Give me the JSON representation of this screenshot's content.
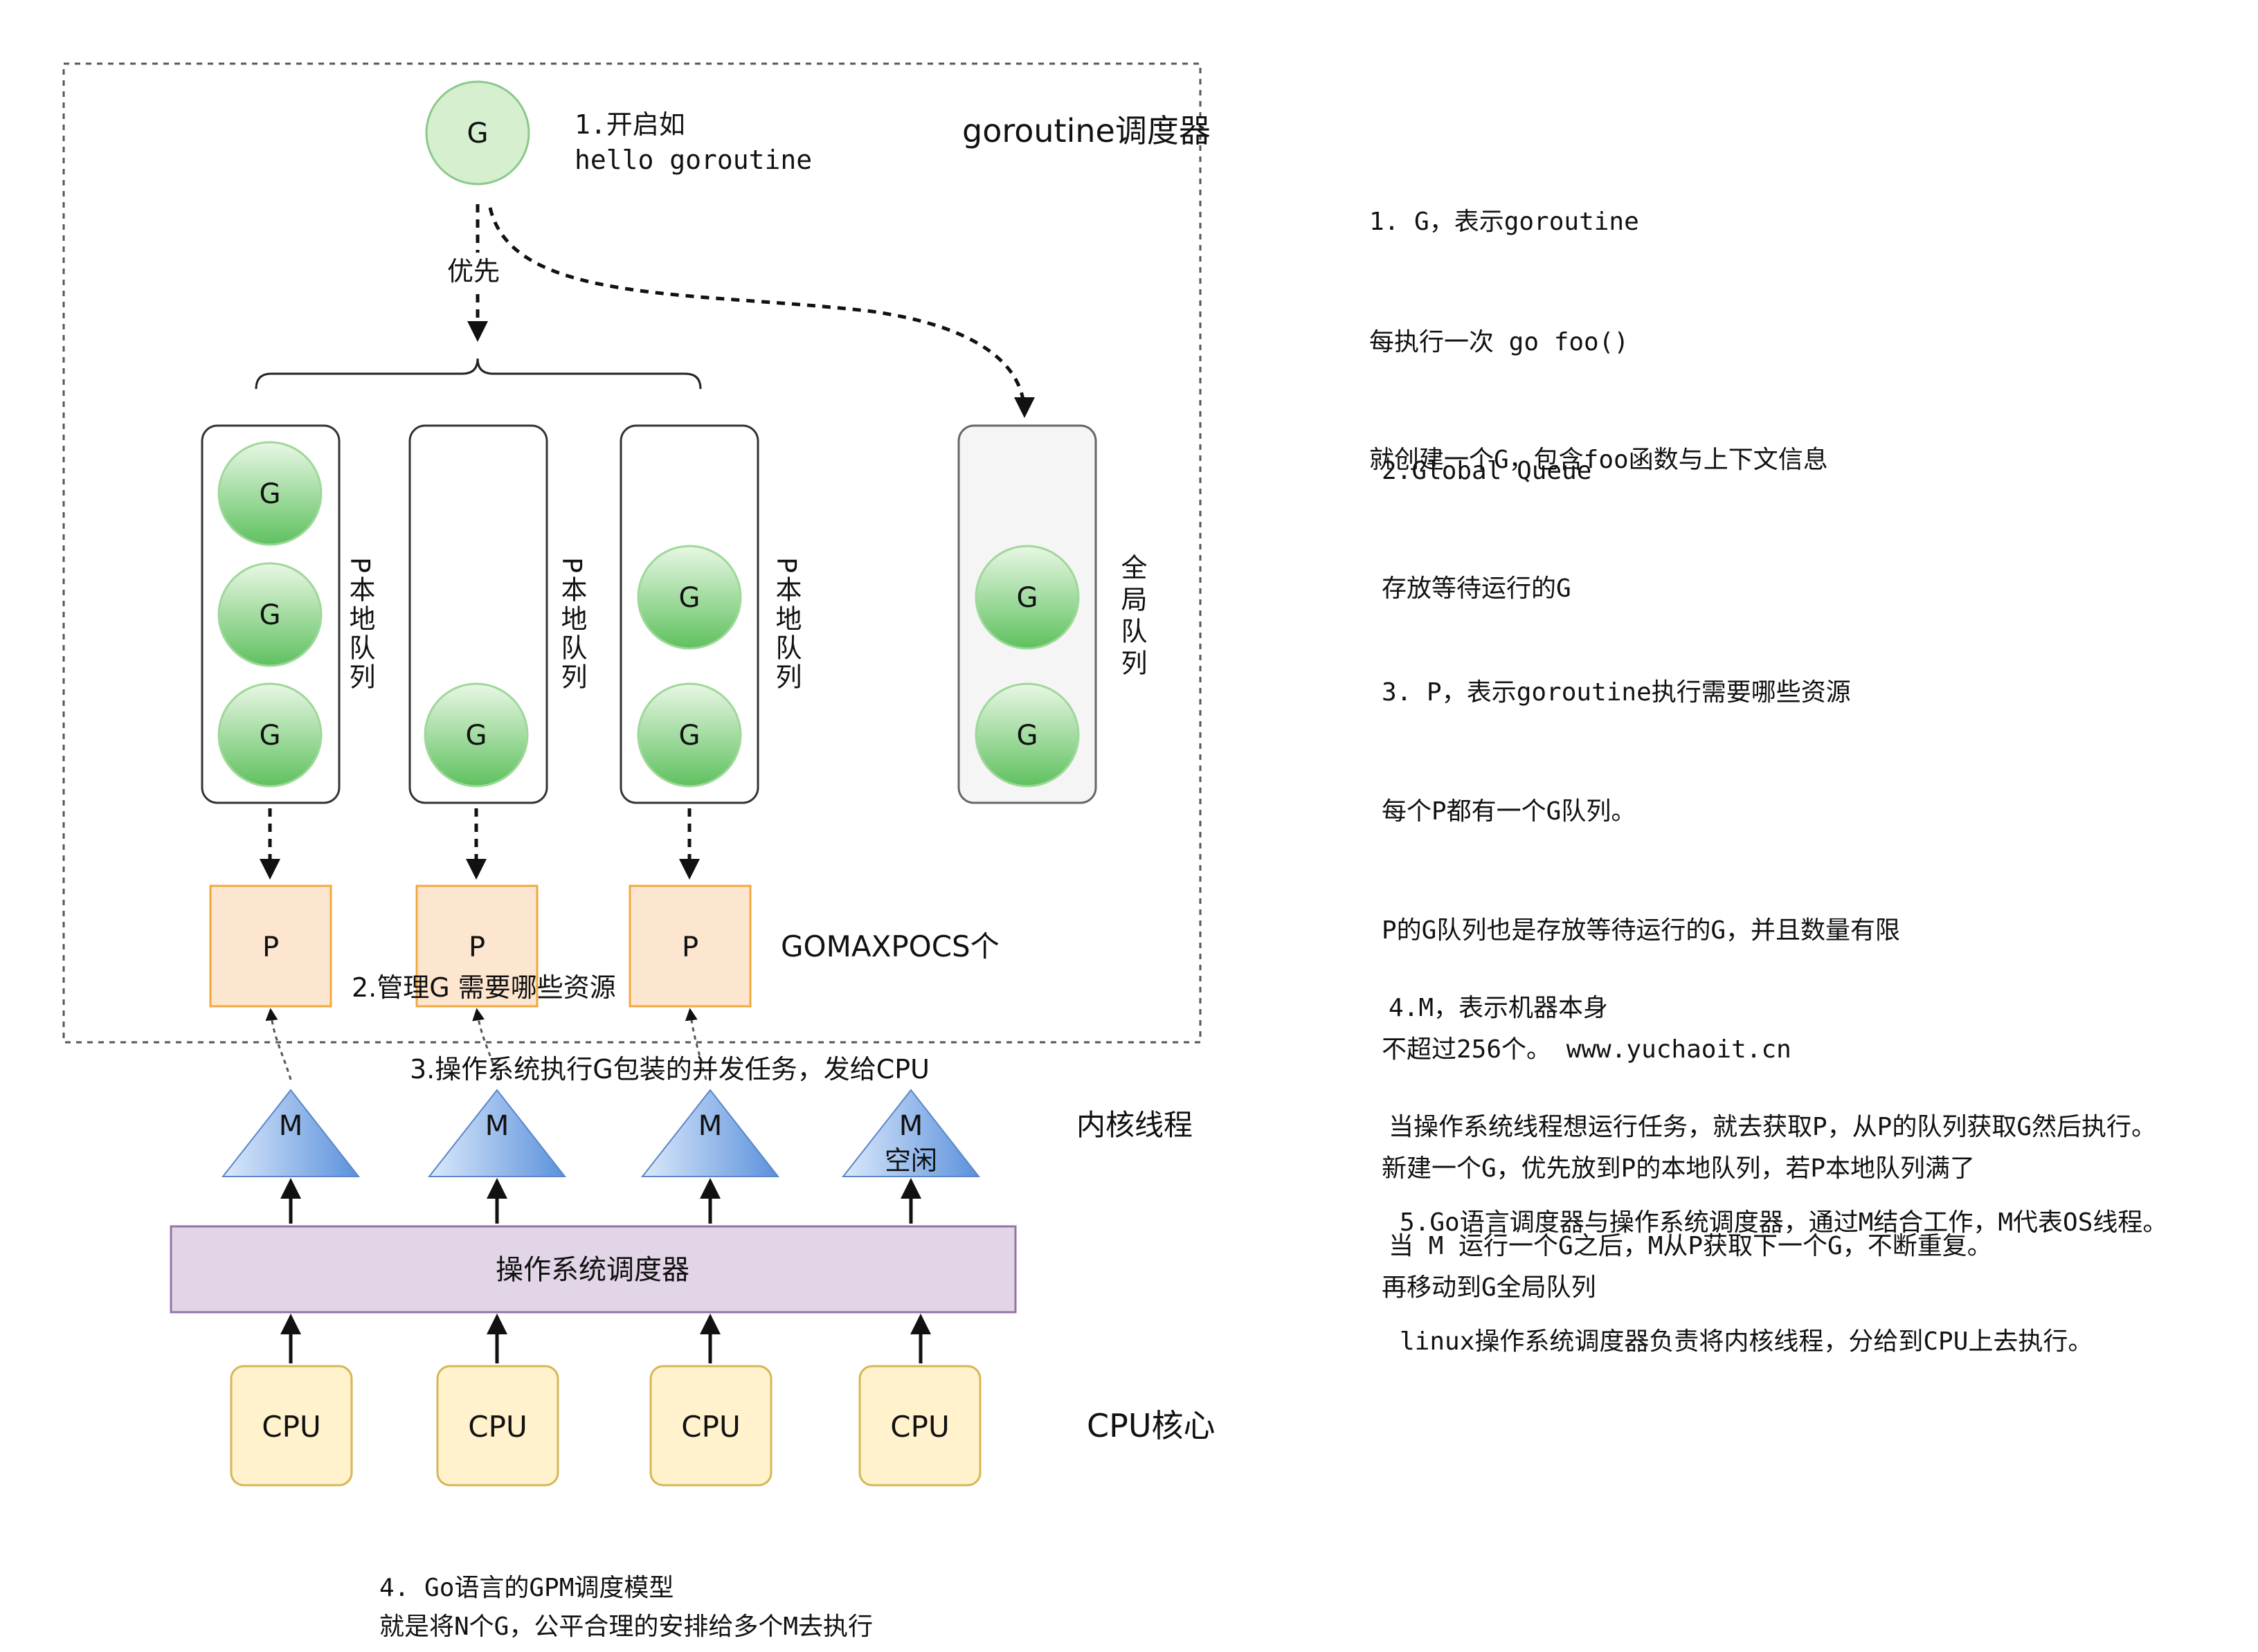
{
  "scheduler": {
    "title": "goroutine调度器",
    "new_g": {
      "label": "G",
      "text_line1": "1.开启如",
      "text_line2": "hello goroutine"
    },
    "priority_label": "优先"
  },
  "local_queues": [
    {
      "label": "P本地队列",
      "goroutines": [
        "G",
        "G",
        "G"
      ]
    },
    {
      "label": "P本地队列",
      "goroutines": [
        "G"
      ]
    },
    {
      "label": "P本地队列",
      "goroutines": [
        "G",
        "G"
      ]
    }
  ],
  "global_queue": {
    "label": "全局队列",
    "goroutines": [
      "G",
      "G"
    ]
  },
  "processors": {
    "items": [
      "P",
      "P",
      "P"
    ],
    "count_label": "GOMAXPOCS个",
    "note": "2.管理G  需要哪些资源"
  },
  "os_note": "3.操作系统执行G包装的并发任务，发给CPU",
  "machines": [
    {
      "label": "M",
      "sublabel": ""
    },
    {
      "label": "M",
      "sublabel": ""
    },
    {
      "label": "M",
      "sublabel": ""
    },
    {
      "label": "M",
      "sublabel": "空闲"
    }
  ],
  "kernel_threads_label": "内核线程",
  "os_scheduler_label": "操作系统调度器",
  "cpus": [
    "CPU",
    "CPU",
    "CPU",
    "CPU"
  ],
  "cpu_cores_label": "CPU核心",
  "bottom_note": [
    "4. Go语言的GPM调度模型",
    "就是将N个G，公平合理的安排给多个M去执行"
  ],
  "notes": [
    [
      "1. G，表示goroutine",
      "每执行一次 go foo()",
      "就创建一个G，包含foo函数与上下文信息"
    ],
    [
      "2.Global Queue",
      "存放等待运行的G"
    ],
    [
      "3. P，表示goroutine执行需要哪些资源",
      "每个P都有一个G队列。",
      "P的G队列也是存放等待运行的G，并且数量有限",
      "不超过256个。 www.yuchaoit.cn",
      "新建一个G，优先放到P的本地队列，若P本地队列满了",
      "再移动到G全局队列"
    ],
    [
      "4.M，表示机器本身",
      "当操作系统线程想运行任务，就去获取P，从P的队列获取G然后执行。",
      "当 M 运行一个G之后，M从P获取下一个G，不断重复。"
    ],
    [
      "5.Go语言调度器与操作系统调度器，通过M结合工作，M代表OS线程。",
      "linux操作系统调度器负责将内核线程，分给到CPU上去执行。"
    ]
  ],
  "colors": {
    "g_fill": "#7ed07e",
    "g_new_fill": "#c9e9c4",
    "p_fill": "#fde6cf",
    "p_stroke": "#f0a93c",
    "m_fill": "#6fa4e0",
    "os_fill": "#e1d5e7",
    "os_stroke": "#9673a6",
    "cpu_fill": "#fff2cc",
    "cpu_stroke": "#d6b656",
    "global_fill": "#f5f5f5"
  }
}
